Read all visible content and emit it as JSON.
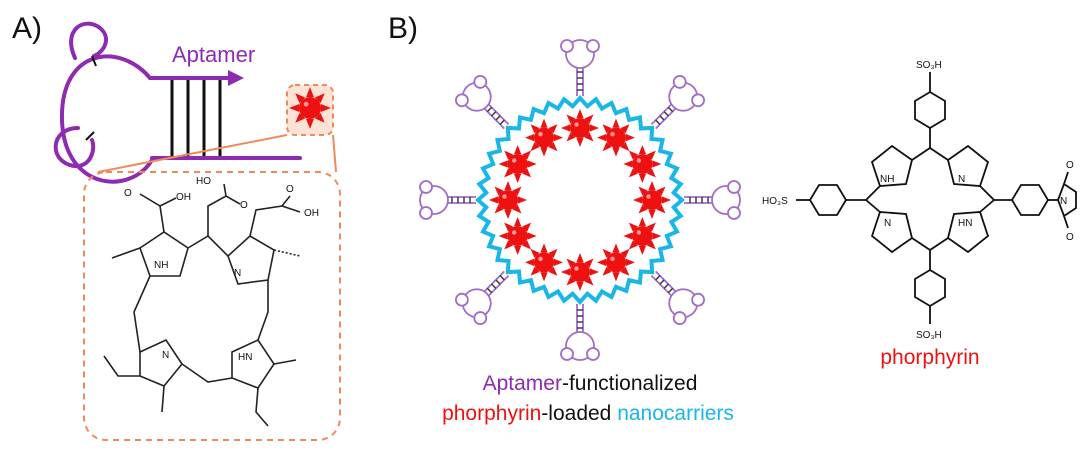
{
  "panel_a": {
    "label": "A)",
    "aptamer_label": "Aptamer",
    "molecule_atoms": {
      "ho_top": "HO",
      "o_top": "O",
      "o_top_right": "O",
      "oh_right": "OH",
      "o_left": "O",
      "oh_left": "OH",
      "nh_1": "NH",
      "n_1": "N",
      "n_2": "N",
      "hn_1": "HN"
    }
  },
  "panel_b": {
    "label": "B)",
    "caption_line1": {
      "part1": "Aptamer",
      "part2": "-functionalized"
    },
    "caption_line2": {
      "part1": "phorphyrin",
      "part2": "-loaded",
      "part3": "nanocarriers"
    }
  },
  "panel_c": {
    "name": "phorphyrin",
    "atoms": {
      "so3h_top": "SO₃H",
      "so3h_bottom": "SO₃H",
      "ho3s_left": "HO₃S",
      "nh": "NH",
      "hn": "HN",
      "n_right": "N",
      "n_left": "N",
      "n_imide": "N",
      "o_imide_top": "O",
      "o_imide_bottom": "O"
    }
  },
  "colors": {
    "purple": "#8e2bb0",
    "light_purple": "#a06cc8",
    "red": "#ee1111",
    "cyan": "#1ab6e8",
    "salmon": "#f08a5d",
    "black": "#111111"
  }
}
